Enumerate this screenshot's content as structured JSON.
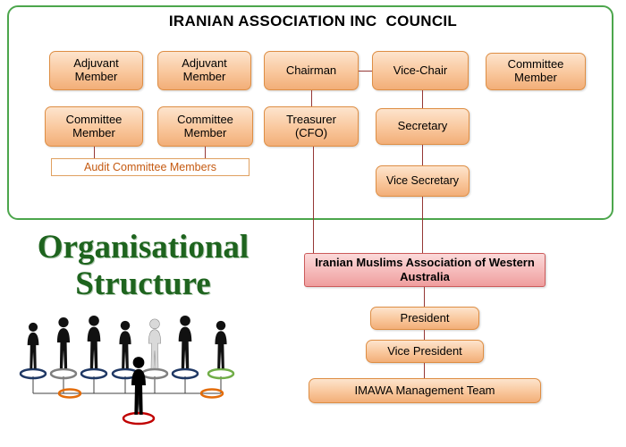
{
  "council": {
    "title": "IRANIAN ASSOCIATION INC  COUNCIL",
    "adjuvant_member_1": "Adjuvant Member",
    "adjuvant_member_2": "Adjuvant Member",
    "chairman": "Chairman",
    "vice_chair": "Vice-Chair",
    "committee_member_right": "Committee Member",
    "committee_member_1": "Committee Member",
    "committee_member_2": "Committee Member",
    "treasurer": "Treasurer (CFO)",
    "secretary": "Secretary",
    "vice_secretary": "Vice Secretary",
    "audit_label": "Audit Committee Members"
  },
  "branding": {
    "line1": "Organisational",
    "line2": "Structure"
  },
  "imawa": {
    "org_name": "Iranian Muslims Association of Western Australia",
    "president": "President",
    "vice_president": "Vice President",
    "management_team": "IMAWA Management Team"
  },
  "colors": {
    "council_border": "#4CA64C",
    "node_border": "#DE8E44",
    "node_fill": "#F9C79C",
    "connector": "#953735",
    "imawa_fill": "#F5B9B9",
    "imawa_border": "#CC5B5B",
    "audit_text": "#C55A11",
    "branding_green": "#1E641E"
  }
}
